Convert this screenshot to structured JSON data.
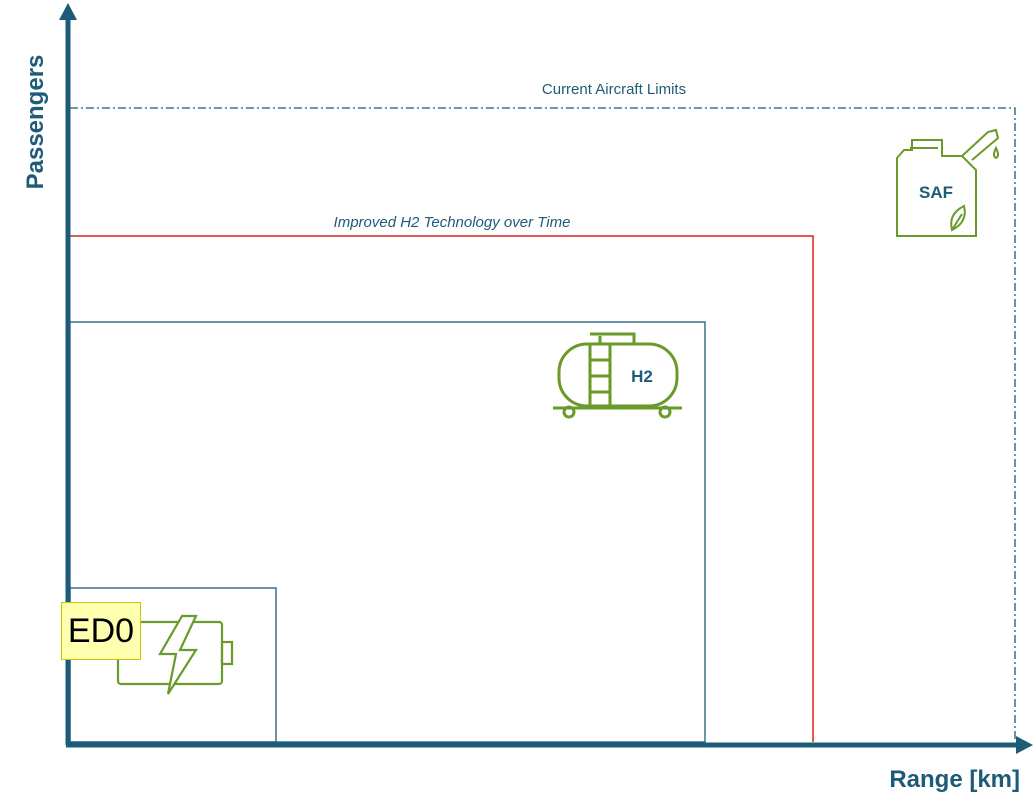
{
  "axes": {
    "y_label": "Passengers",
    "x_label": "Range [km]"
  },
  "regions": {
    "current_limits_label": "Current Aircraft Limits",
    "h2_tech_label": "Improved H2 Technology over Time"
  },
  "icons": {
    "saf_text": "SAF",
    "h2_text": "H2",
    "battery_tag": "ED0",
    "saf_icon": "fuel-canister-leaf",
    "h2_icon": "hydrogen-tank",
    "battery_icon": "battery-lightning"
  },
  "colors": {
    "axis": "#1e5b78",
    "limit_line": "#1e5b78",
    "h2_tech_line": "#e02020",
    "icon_green": "#6a9a2a",
    "tag_fill": "#ffffb0"
  }
}
